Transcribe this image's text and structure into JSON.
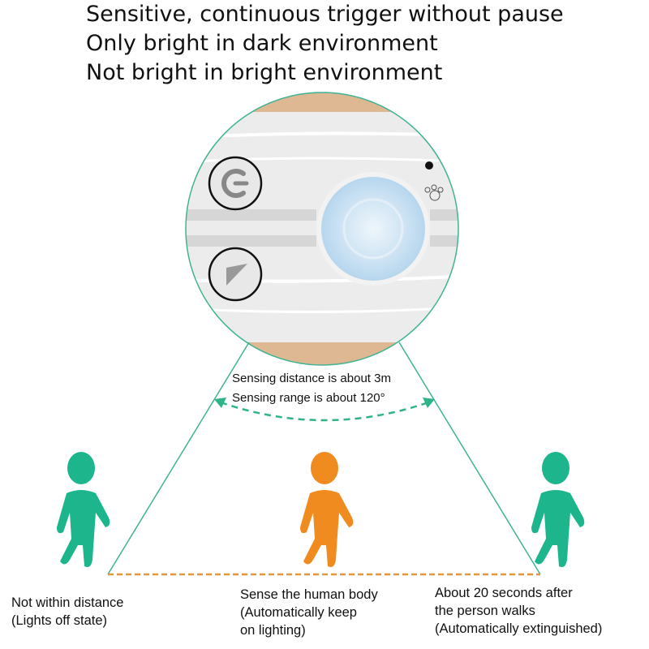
{
  "headline": [
    "Sensitive, continuous trigger without pause",
    "Only bright in dark environment",
    "Not bright in bright environment"
  ],
  "sensing": {
    "distance": "Sensing distance is about 3m",
    "range": "Sensing range is about 120°"
  },
  "states": [
    {
      "lines": [
        "Not within distance",
        "(Lights off state)"
      ]
    },
    {
      "lines": [
        "Sense the human body",
        "(Automatically keep",
        "on lighting)"
      ]
    },
    {
      "lines": [
        "About 20 seconds after",
        "the person walks",
        "(Automatically extinguished)"
      ]
    }
  ],
  "colors": {
    "green": "#1db68c",
    "orange": "#f08b1f",
    "line": "#3fb394",
    "dash": "#e3963a",
    "wood": "#ddb893"
  }
}
